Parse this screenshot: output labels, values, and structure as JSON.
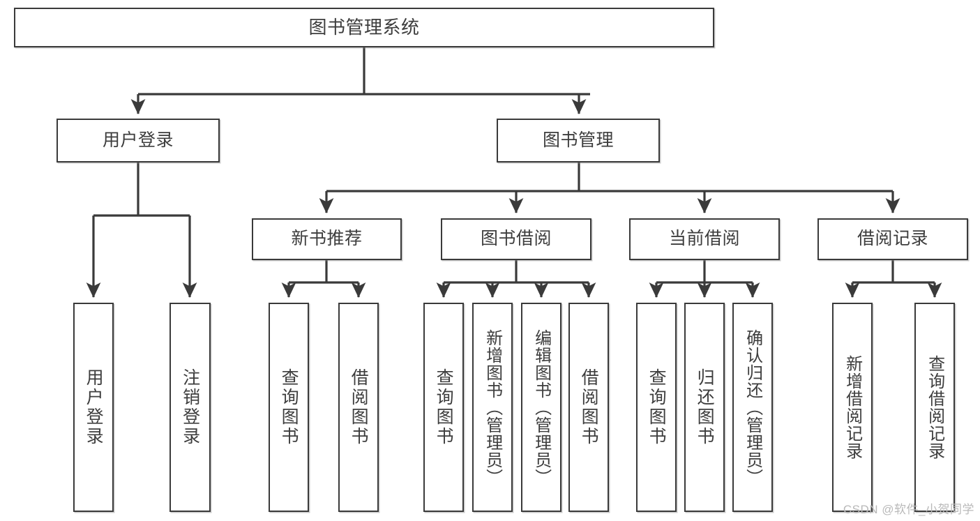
{
  "diagram": {
    "type": "tree",
    "title": "图书管理系统",
    "watermark": "CSDN @软件_小贺同学",
    "colors": {
      "stroke": "#3a3a3a",
      "background": "#ffffff",
      "text": "#3d3d3d",
      "watermark": "#b9b9b9"
    },
    "nodes": {
      "root": {
        "label": "图书管理系统"
      },
      "level2": [
        {
          "id": "user-login",
          "label": "用户登录"
        },
        {
          "id": "book-manage",
          "label": "图书管理"
        }
      ],
      "level3": [
        {
          "id": "new-book-rec",
          "label": "新书推荐"
        },
        {
          "id": "book-borrow",
          "label": "图书借阅"
        },
        {
          "id": "current-borrow",
          "label": "当前借阅"
        },
        {
          "id": "borrow-record",
          "label": "借阅记录"
        }
      ],
      "leaves": [
        {
          "id": "leaf-user-login",
          "label": "用户登录",
          "parent": "user-login"
        },
        {
          "id": "leaf-logout-login",
          "label": "注销登录",
          "parent": "user-login"
        },
        {
          "id": "leaf-query-book-1",
          "label": "查询图书",
          "parent": "new-book-rec"
        },
        {
          "id": "leaf-borrow-book-1",
          "label": "借阅图书",
          "parent": "new-book-rec"
        },
        {
          "id": "leaf-query-book-2",
          "label": "查询图书",
          "parent": "book-borrow"
        },
        {
          "id": "leaf-add-book",
          "label": "新增图书（管理员）",
          "parent": "book-borrow"
        },
        {
          "id": "leaf-edit-book",
          "label": "编辑图书（管理员）",
          "parent": "book-borrow"
        },
        {
          "id": "leaf-borrow-book-2",
          "label": "借阅图书",
          "parent": "book-borrow"
        },
        {
          "id": "leaf-query-book-3",
          "label": "查询图书",
          "parent": "current-borrow"
        },
        {
          "id": "leaf-return-book",
          "label": "归还图书",
          "parent": "current-borrow"
        },
        {
          "id": "leaf-confirm-return",
          "label": "确认归还（管理员）",
          "parent": "current-borrow"
        },
        {
          "id": "leaf-add-record",
          "label": "新增借阅记录",
          "parent": "borrow-record"
        },
        {
          "id": "leaf-query-record",
          "label": "查询借阅记录",
          "parent": "borrow-record"
        }
      ]
    }
  }
}
